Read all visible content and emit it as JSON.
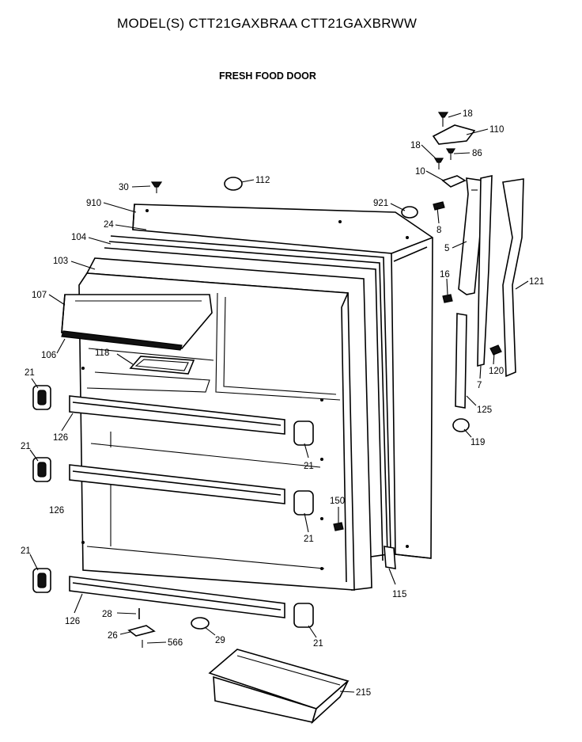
{
  "header": {
    "model_line": "MODEL(S) CTT21GAXBRAA  CTT21GAXBRWW",
    "section_title": "FRESH FOOD DOOR"
  },
  "parts": [
    {
      "id": "p18a",
      "label": "18"
    },
    {
      "id": "p110",
      "label": "110"
    },
    {
      "id": "p18b",
      "label": "18"
    },
    {
      "id": "p86",
      "label": "86"
    },
    {
      "id": "p10",
      "label": "10"
    },
    {
      "id": "p30",
      "label": "30"
    },
    {
      "id": "p112",
      "label": "112"
    },
    {
      "id": "p910",
      "label": "910"
    },
    {
      "id": "p921",
      "label": "921"
    },
    {
      "id": "p24",
      "label": "24"
    },
    {
      "id": "p8",
      "label": "8"
    },
    {
      "id": "p104",
      "label": "104"
    },
    {
      "id": "p5",
      "label": "5"
    },
    {
      "id": "p103",
      "label": "103"
    },
    {
      "id": "p121",
      "label": "121"
    },
    {
      "id": "p16",
      "label": "16"
    },
    {
      "id": "p107",
      "label": "107"
    },
    {
      "id": "p118",
      "label": "118"
    },
    {
      "id": "p106",
      "label": "106"
    },
    {
      "id": "p120",
      "label": "120"
    },
    {
      "id": "p21a",
      "label": "21"
    },
    {
      "id": "p7",
      "label": "7"
    },
    {
      "id": "p125",
      "label": "125"
    },
    {
      "id": "p126a",
      "label": "126"
    },
    {
      "id": "p119",
      "label": "119"
    },
    {
      "id": "p21b",
      "label": "21"
    },
    {
      "id": "p21c",
      "label": "21"
    },
    {
      "id": "p126b",
      "label": "126"
    },
    {
      "id": "p150",
      "label": "150"
    },
    {
      "id": "p21d",
      "label": "21"
    },
    {
      "id": "p21e",
      "label": "21"
    },
    {
      "id": "p115",
      "label": "115"
    },
    {
      "id": "p28",
      "label": "28"
    },
    {
      "id": "p126c",
      "label": "126"
    },
    {
      "id": "p26",
      "label": "26"
    },
    {
      "id": "p566",
      "label": "566"
    },
    {
      "id": "p29",
      "label": "29"
    },
    {
      "id": "p21f",
      "label": "21"
    },
    {
      "id": "p215",
      "label": "215"
    }
  ]
}
